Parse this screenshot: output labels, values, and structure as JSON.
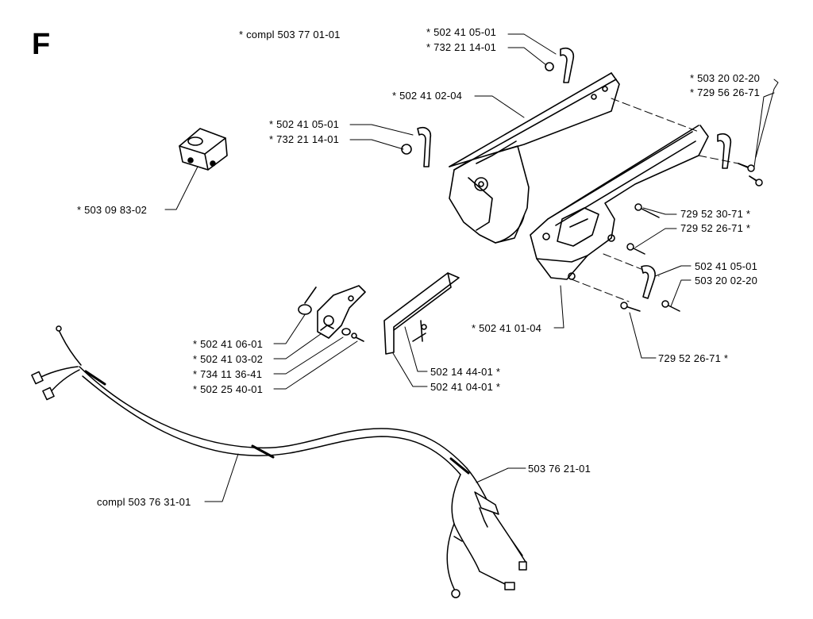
{
  "section_letter": "F",
  "labels": {
    "compl_carb_assembly": "* compl 503 77 01-01",
    "top_clip_1": "* 502 41 05-01",
    "top_clip_2": "* 732 21 14-01",
    "top_screw_1": "* 503 20 02-20",
    "top_screw_2": "* 729 56 26-71",
    "handle_upper": "* 502 41 02-04",
    "mid_clip_1": "* 502 41 05-01",
    "mid_clip_2": "* 732 21 14-01",
    "switch": "* 503 09 83-02",
    "screw_a": "729 52 30-71 *",
    "screw_b": "729 52 26-71 *",
    "clip_right": "502 41 05-01",
    "screw_right": "503 20 02-20",
    "handle_lower": "* 502 41 01-04",
    "screw_bottom": "729 52 26-71 *",
    "trigger_1": "* 502 41 06-01",
    "trigger_2": "* 502 41 03-02",
    "trigger_3": "* 734 11 36-41",
    "trigger_4": "* 502 25 40-01",
    "lever_1": "502 14 44-01 *",
    "lever_2": "502 41 04-01 *",
    "wire_connector": "503 76 21-01",
    "cable_compl": "compl 503 76 31-01"
  }
}
